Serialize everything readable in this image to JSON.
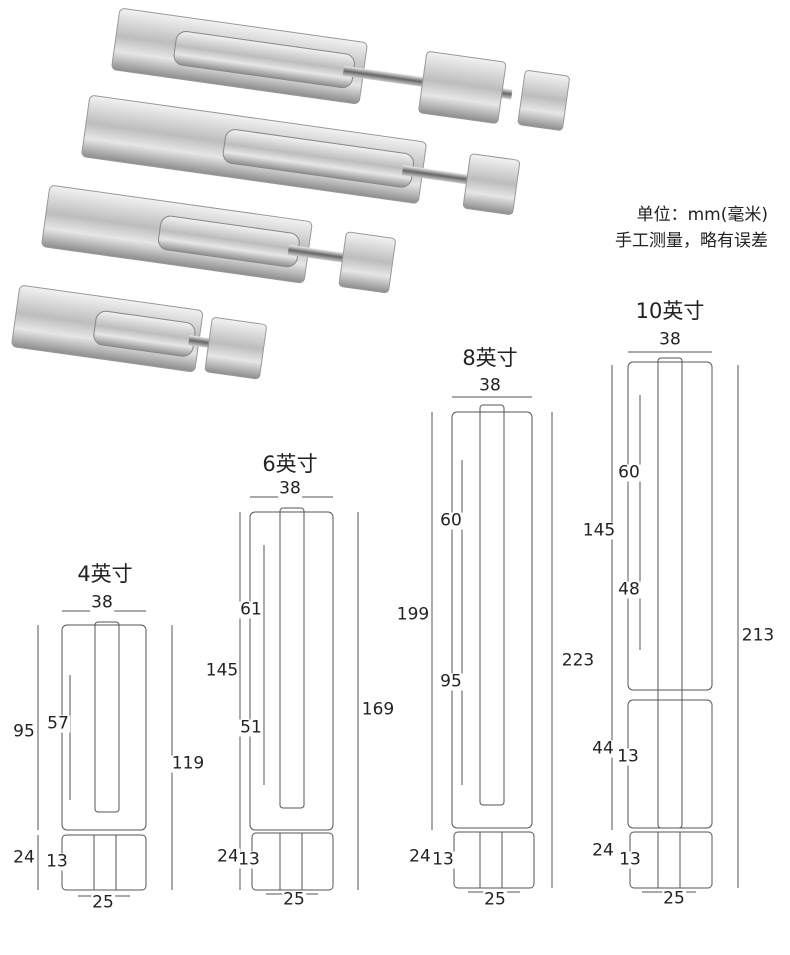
{
  "note": {
    "unit": "单位：mm(毫米)",
    "disclaimer": "手工测量，略有误差"
  },
  "models": [
    {
      "title": "4英寸",
      "dims": {
        "width": "38",
        "bolt_body": "95",
        "slot": "57",
        "total": "119",
        "strike": "24",
        "strike_hole": "13",
        "strike_width": "25"
      }
    },
    {
      "title": "6英寸",
      "dims": {
        "width": "38",
        "bolt_body": "145",
        "slot_upper": "61",
        "slot_lower": "51",
        "total": "169",
        "strike": "24",
        "strike_hole": "13",
        "strike_width": "25"
      }
    },
    {
      "title": "8英寸",
      "dims": {
        "width": "38",
        "bolt_body": "199",
        "slot_upper": "60",
        "slot_lower": "95",
        "total": "223",
        "strike": "24",
        "strike_hole": "13",
        "strike_width": "25"
      }
    },
    {
      "title": "10英寸",
      "dims": {
        "width": "38",
        "bolt_body": "145",
        "slot_upper": "60",
        "slot_lower": "48",
        "middle": "44",
        "middle_hole": "13",
        "total": "213",
        "strike": "24",
        "strike_hole": "13",
        "strike_width": "25"
      }
    }
  ]
}
